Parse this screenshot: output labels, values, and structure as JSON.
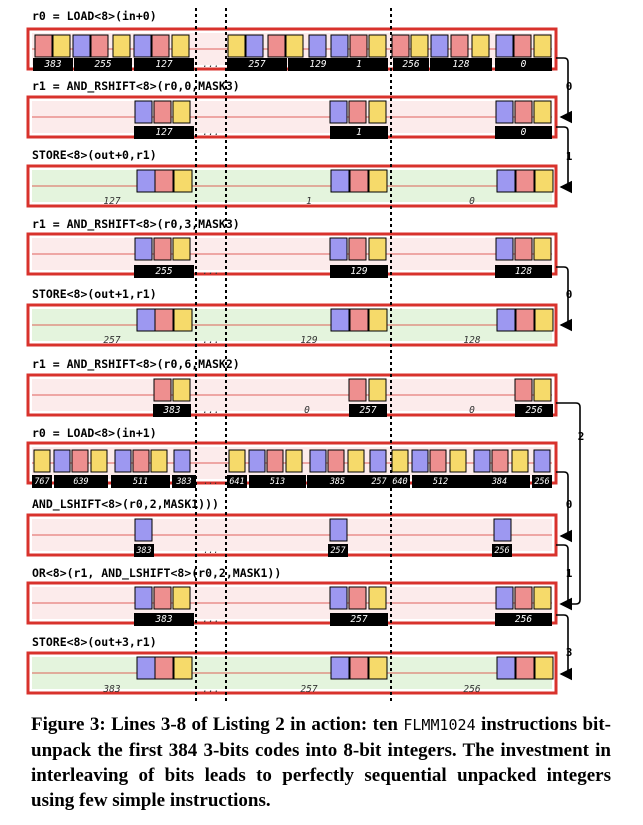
{
  "colors": {
    "register_border": "#d8322c",
    "register_fill": "#fcebeb",
    "store_fill": "#e4f4dd",
    "bit_blue": "#9d98f1",
    "bit_red": "#ee8f8f",
    "bit_yellow": "#f6da6a",
    "label_fill": "#000000",
    "arrow": "#000000"
  },
  "steps": [
    {
      "label": "r0 = LOAD<8>(in+0)",
      "kind": "reg"
    },
    {
      "label": "r1 = AND_RSHIFT<8>(r0,0,MASK3)",
      "kind": "reg"
    },
    {
      "label": "STORE<8>(out+0,r1)",
      "kind": "store"
    },
    {
      "label": "r1 = AND_RSHIFT<8>(r0,3,MASK3)",
      "kind": "reg"
    },
    {
      "label": "STORE<8>(out+1,r1)",
      "kind": "store"
    },
    {
      "label": "r1 = AND_RSHIFT<8>(r0,6,MASK2)",
      "kind": "reg"
    },
    {
      "label": "r0 = LOAD<8>(in+1)",
      "kind": "reg"
    },
    {
      "label": "AND_LSHIFT<8>(r0,2,MASK1)))",
      "kind": "reg"
    },
    {
      "label": "OR<8>(r1, AND_LSHIFT<8>(r0,2,MASK1))",
      "kind": "reg"
    },
    {
      "label": "STORE<8>(out+3,r1)",
      "kind": "store"
    }
  ],
  "values": {
    "r0_first": [
      "383",
      "255",
      "127",
      "...",
      "257",
      "129",
      "1",
      "256",
      "128",
      "0"
    ],
    "r1_shift0": [
      "127",
      "...",
      "1",
      "0"
    ],
    "store0": [
      "127",
      "1",
      "0"
    ],
    "r1_shift3": [
      "255",
      "...",
      "129",
      "128"
    ],
    "store1": [
      "257",
      "...",
      "129",
      "128"
    ],
    "r1_shift6": [
      "383",
      "...",
      "0",
      "257",
      "0",
      "256"
    ],
    "r0_second": [
      "767",
      "639",
      "511",
      "383",
      "...",
      "641",
      "513",
      "385",
      "257",
      "640",
      "512",
      "384",
      "256"
    ],
    "lshift": [
      "383",
      "...",
      "257",
      "256"
    ],
    "or_result": [
      "383",
      "...",
      "257",
      "256"
    ],
    "store3": [
      "383",
      "...",
      "257",
      "256"
    ]
  },
  "arrow_labels": [
    "0",
    "1",
    "0",
    "2",
    "0",
    "1",
    "3"
  ],
  "caption": {
    "prefix": "Figure 3: Lines 3-8 of Listing 2 in action: ten ",
    "code": "FLMM1024",
    "suffix": " instructions bit-unpack the first 384 3-bits codes into 8-bit integers. The investment in interleaving of bits leads to perfectly sequential unpacked integers using few simple instructions."
  }
}
